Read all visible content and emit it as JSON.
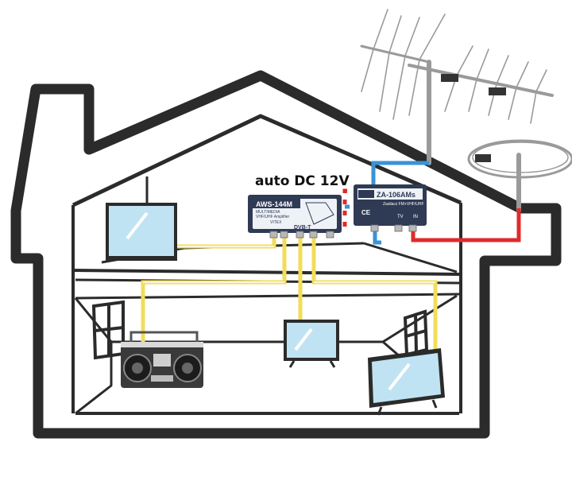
{
  "caption": "auto DC 12V",
  "devices": {
    "amplifier": {
      "model": "AWS-144M",
      "sub1": "MULTIMEDIA",
      "sub2": "VHF/UHF Amplifier",
      "sub3": "VITEX",
      "mark": "DVB-T"
    },
    "power_supply": {
      "model": "ZA-106AMs",
      "sub1": "Zasilacz FM+VHF/UHF",
      "mark_ce": "CE",
      "label_tv": "TV",
      "label_in": "IN"
    }
  },
  "colors": {
    "wall": "#2b2b2b",
    "coax_yellow": "#f2dd5a",
    "coax_red": "#e02a2a",
    "coax_blue": "#3a93d6",
    "screen": "#bfe3f2",
    "device_body": "#2f3a55"
  },
  "icons": [
    "roof-antenna-icon",
    "fm-antenna-icon",
    "tv-icon",
    "radio-icon",
    "window-icon"
  ]
}
